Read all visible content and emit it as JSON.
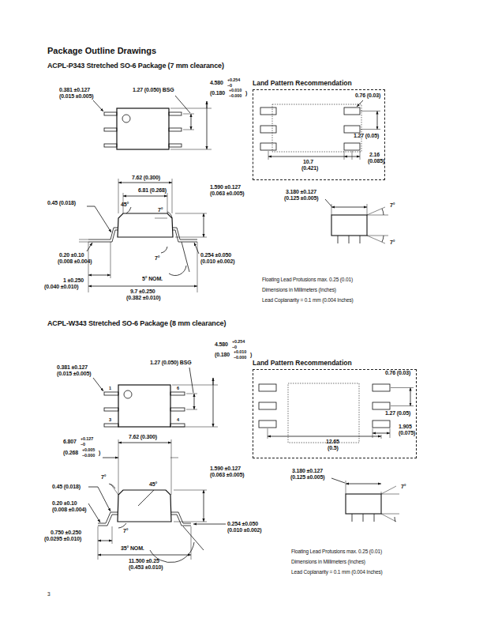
{
  "diagram": {
    "title": "Package Outline Drawings",
    "nodes": [
      {
        "text": [
          "Land Pattern Recommendation"
        ]
      },
      {
        "text": [
          "Land Pattern Recommendation"
        ]
      }
    ],
    "labels": [
      "ACPL-P343 Stretched SO-6 Package (7 mm clearance)",
      "0.381 ±0.127",
      "(0.015 ±0.005)",
      "1.27 (0.050) BSG",
      "4.580",
      "+0.254",
      "−0",
      "(0.180",
      "+0.010",
      "−0.000",
      ")",
      "7.62 (0.300)",
      "6.81 (0.268)",
      "1.590 ±0.127",
      "(0.063 ±0.005)",
      "0.45 (0.018)",
      "45°",
      "7°",
      "0.20 ±0.10",
      "(0.008 ±0.004)",
      "7°",
      "0.254 ±0.050",
      "(0.010 ±0.002)",
      "1 ±0.250",
      "(0.040 ±0.010)",
      "5° NOM.",
      "9.7 ±0.250",
      "(0.382 ±0.010)",
      "0.76 (0.03)",
      "1.27 (0.05)",
      "2.16",
      "(0.085)",
      "10.7",
      "(0.421)",
      "3.180 ±0.127",
      "(0.125 ±0.005)",
      "7°",
      "7°",
      "Floating Lead Protusions max. 0.25 (0.01)",
      "Dimensions in Millimeters (Inches)",
      "Lead Coplanarity = 0.1 mm (0.004 Inches)",
      "ACPL-W343 Stretched SO-6 Package (8 mm clearance)",
      "4.580",
      "+0.254",
      "−0",
      "(0.180",
      "+0.010",
      "−0.000",
      ")",
      "0.381 ±0.127",
      "(0.015 ±0.005)",
      "1.27 (0.050) BSG",
      "1",
      "3",
      "6",
      "4",
      "6.807",
      "+0.127",
      "−0",
      "(0.268",
      "+0.005",
      "−0.000",
      ")",
      "7.62 (0.300)",
      "1.590 ±0.127",
      "(0.063 ±0.005)",
      "0.45 (0.018)",
      "7°",
      "45°",
      "0.20 ±0.10",
      "(0.008 ±0.004)",
      "7°",
      "0.750 ±0.250",
      "(0.0295 ±0.010)",
      "0.254 ±0.050",
      "(0.010 ±0.002)",
      "35° NOM.",
      "11.500 ±0.25",
      "(0.453 ±0.010)",
      "0.76 (0.03)",
      "1.27 (0.05)",
      "1.905",
      "(0.075)",
      "12.65",
      "(0.5)",
      "3.180 ±0.127",
      "(0.125 ±0.005)",
      "7°",
      "Floating Lead Protusions max. 0.25 (0.01)",
      "Dimensions in Millimeters (Inches)",
      "Lead Coplanarity = 0.1 mm (0.004 Inches)",
      "3"
    ]
  }
}
